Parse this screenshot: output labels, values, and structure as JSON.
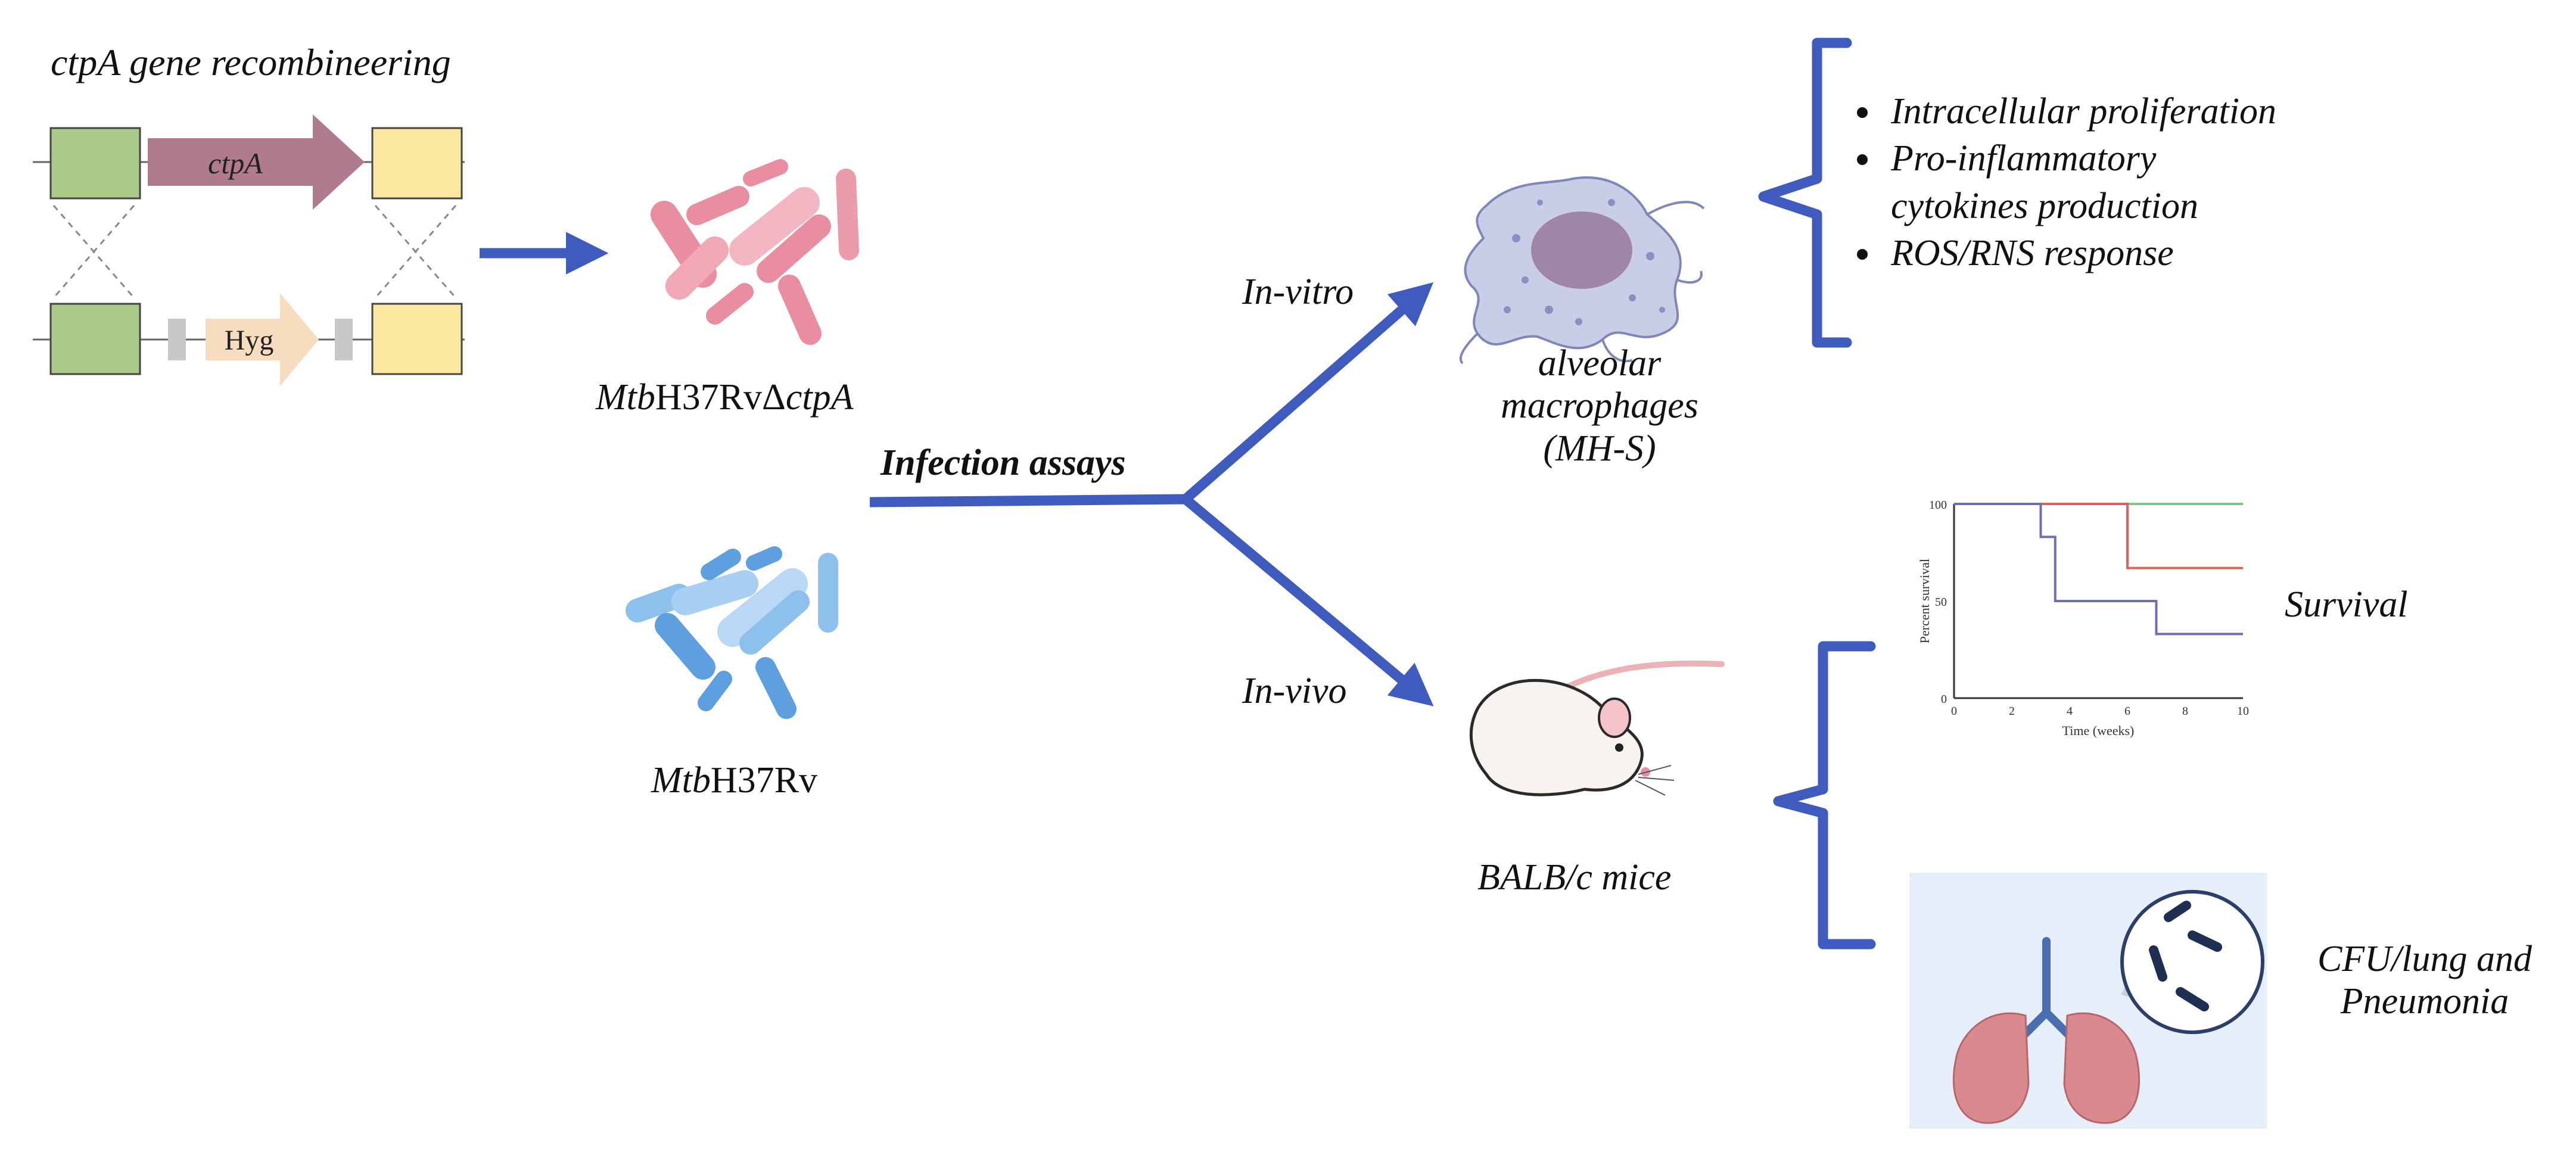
{
  "colors": {
    "arrow": "#3f5bbd",
    "bracket": "#3f5bbd",
    "mutant_bacteria": "#e98ea0",
    "wildtype_bacteria": "#8ec0ee",
    "ctpA_gene": "#b07a8f",
    "hyg_cassette": "#f7ddc0",
    "flank_left": "#a9c989",
    "flank_right": "#fbe8a0",
    "lung_panel_bg": "#e5eef9",
    "survival_green": "#7fc48a",
    "survival_red": "#d9645a",
    "survival_blue": "#6f6fb0"
  },
  "recombineering": {
    "title": "ctpA gene recombineering",
    "gene_label": "ctpA",
    "cassette_label": "Hyg"
  },
  "strains": {
    "mutant": {
      "prefix": "Mtb",
      "name": "H37RvΔ",
      "suffix": "ctpA"
    },
    "wildtype": {
      "prefix": "Mtb",
      "name": "H37Rv"
    }
  },
  "assays": {
    "title": "Infection assays",
    "in_vitro": "In-vitro",
    "in_vivo": "In-vivo"
  },
  "macrophage": {
    "lines": [
      "alveolar",
      "macrophages",
      "(MH-S)"
    ],
    "readouts": [
      "Intracellular proliferation",
      "Pro-inflammatory",
      "cytokines production",
      "ROS/RNS response"
    ]
  },
  "mice": {
    "label": "BALB/c mice",
    "survival_label": "Survival",
    "cfu_lines": [
      "CFU/lung and",
      "Pneumonia"
    ]
  },
  "survival_plot": {
    "ylabel": "Percent survival",
    "xlabel": "Time (weeks)",
    "y_ticks": [
      "0",
      "50",
      "100"
    ],
    "x_ticks": [
      "0",
      "2",
      "4",
      "6",
      "8",
      "10"
    ]
  },
  "chart_data": {
    "type": "line",
    "x": [
      0,
      2,
      4,
      6,
      8,
      10
    ],
    "xlabel": "Time (weeks)",
    "ylabel": "Percent survival",
    "xlim": [
      0,
      10
    ],
    "ylim": [
      0,
      100
    ],
    "series": [
      {
        "color": "#7fc48a",
        "steps": [
          [
            0,
            100
          ],
          [
            10,
            100
          ]
        ]
      },
      {
        "color": "#d9645a",
        "steps": [
          [
            0,
            100
          ],
          [
            6,
            100
          ],
          [
            6,
            67
          ],
          [
            10,
            67
          ]
        ]
      },
      {
        "color": "#6f6fb0",
        "steps": [
          [
            0,
            100
          ],
          [
            3,
            100
          ],
          [
            3,
            83
          ],
          [
            3.5,
            83
          ],
          [
            3.5,
            50
          ],
          [
            7,
            50
          ],
          [
            7,
            33
          ],
          [
            10,
            33
          ]
        ]
      }
    ]
  }
}
